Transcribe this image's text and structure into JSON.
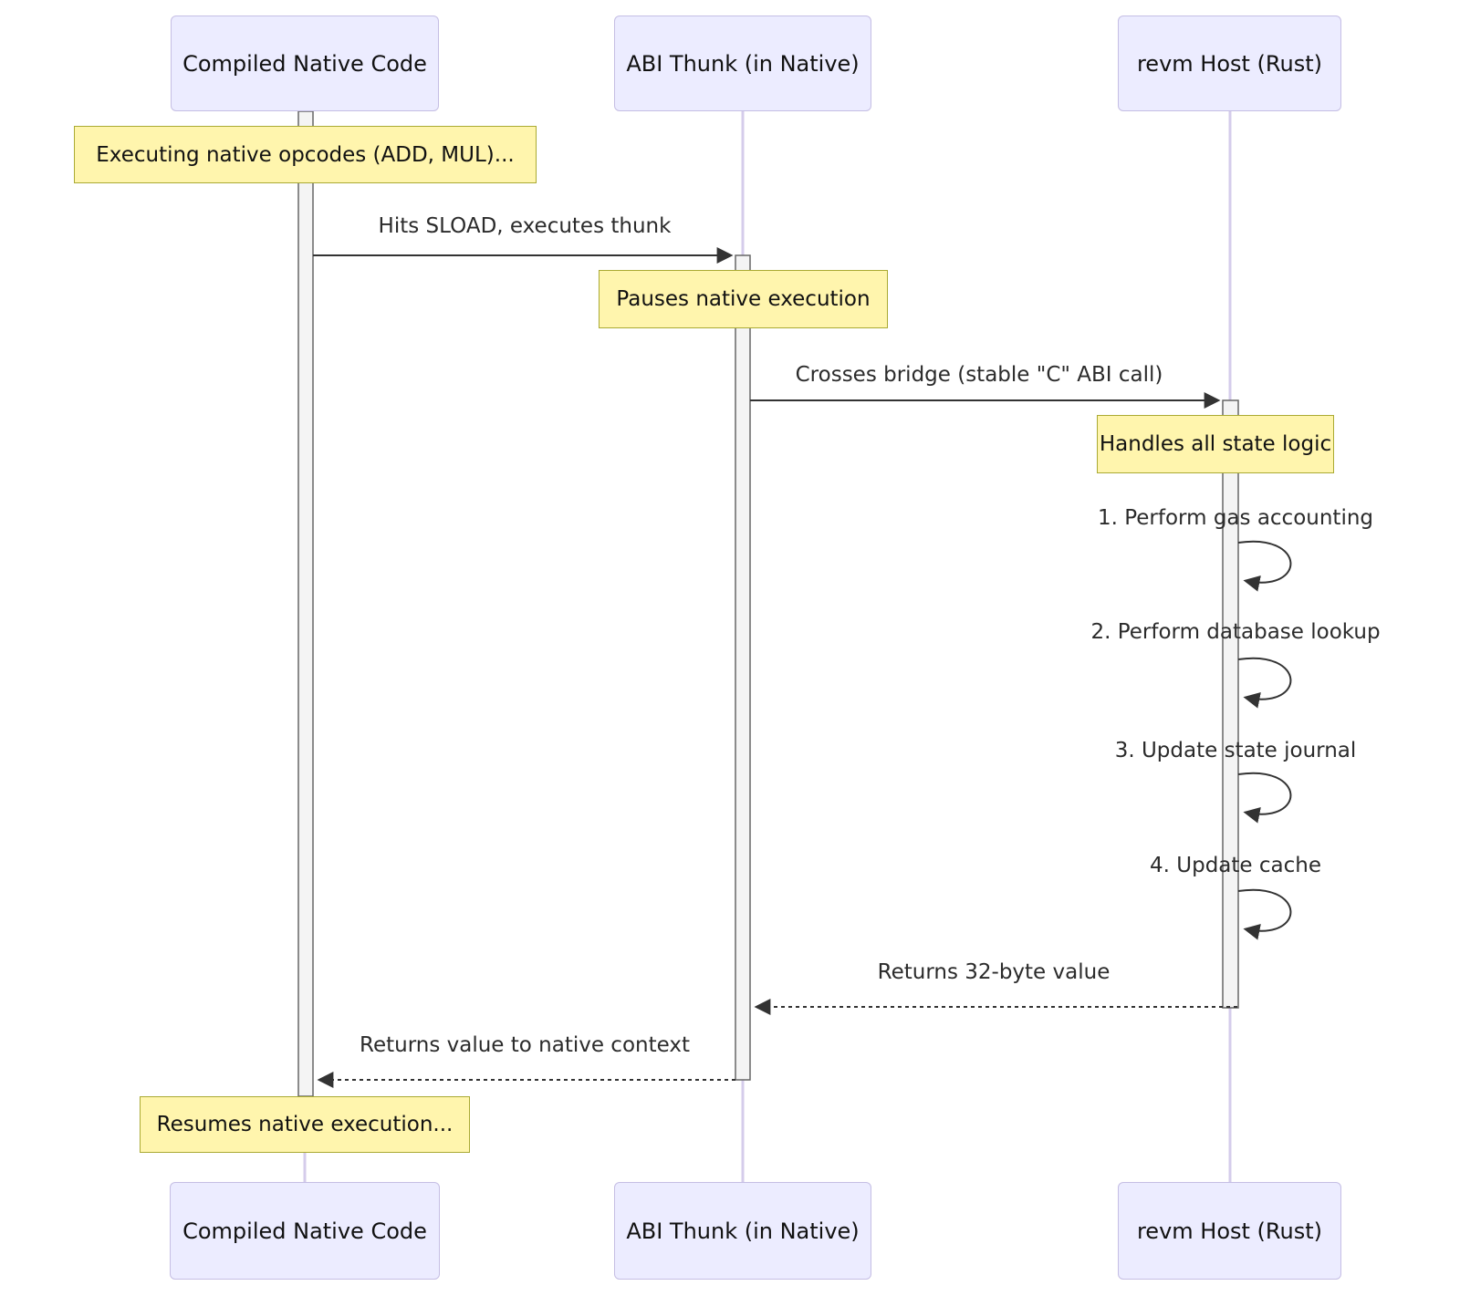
{
  "diagram": {
    "type": "sequence-diagram",
    "participants": [
      {
        "name": "Compiled Native Code"
      },
      {
        "name": "ABI Thunk (in Native)"
      },
      {
        "name": "revm Host (Rust)"
      }
    ],
    "notes": [
      {
        "text": "Executing native opcodes (ADD, MUL)...",
        "over": "Compiled Native Code"
      },
      {
        "text": "Pauses native execution",
        "over": "ABI Thunk (in Native)"
      },
      {
        "text": "Handles all state logic",
        "over": "revm Host (Rust)"
      },
      {
        "text": "Resumes native execution...",
        "over": "Compiled Native Code"
      }
    ],
    "messages": [
      {
        "from": "Compiled Native Code",
        "to": "ABI Thunk (in Native)",
        "text": "Hits SLOAD, executes thunk",
        "style": "solid"
      },
      {
        "from": "ABI Thunk (in Native)",
        "to": "revm Host (Rust)",
        "text": "Crosses bridge (stable \"C\" ABI call)",
        "style": "solid"
      },
      {
        "from": "revm Host (Rust)",
        "to": "revm Host (Rust)",
        "text": "1. Perform gas accounting",
        "style": "self"
      },
      {
        "from": "revm Host (Rust)",
        "to": "revm Host (Rust)",
        "text": "2. Perform database lookup",
        "style": "self"
      },
      {
        "from": "revm Host (Rust)",
        "to": "revm Host (Rust)",
        "text": "3. Update state journal",
        "style": "self"
      },
      {
        "from": "revm Host (Rust)",
        "to": "revm Host (Rust)",
        "text": "4. Update cache",
        "style": "self"
      },
      {
        "from": "revm Host (Rust)",
        "to": "ABI Thunk (in Native)",
        "text": "Returns 32-byte value",
        "style": "dashed"
      },
      {
        "from": "ABI Thunk (in Native)",
        "to": "Compiled Native Code",
        "text": "Returns value to native context",
        "style": "dashed"
      }
    ],
    "colors": {
      "actor_fill": "#ececff",
      "actor_border": "#c5bee4",
      "note_fill": "#fff5ad",
      "note_border": "#aaaa33",
      "activation_fill": "#f4f4f4",
      "activation_border": "#666666",
      "lifeline": "#d5cceb",
      "line": "#333333",
      "text": "#1f1f1f"
    }
  }
}
